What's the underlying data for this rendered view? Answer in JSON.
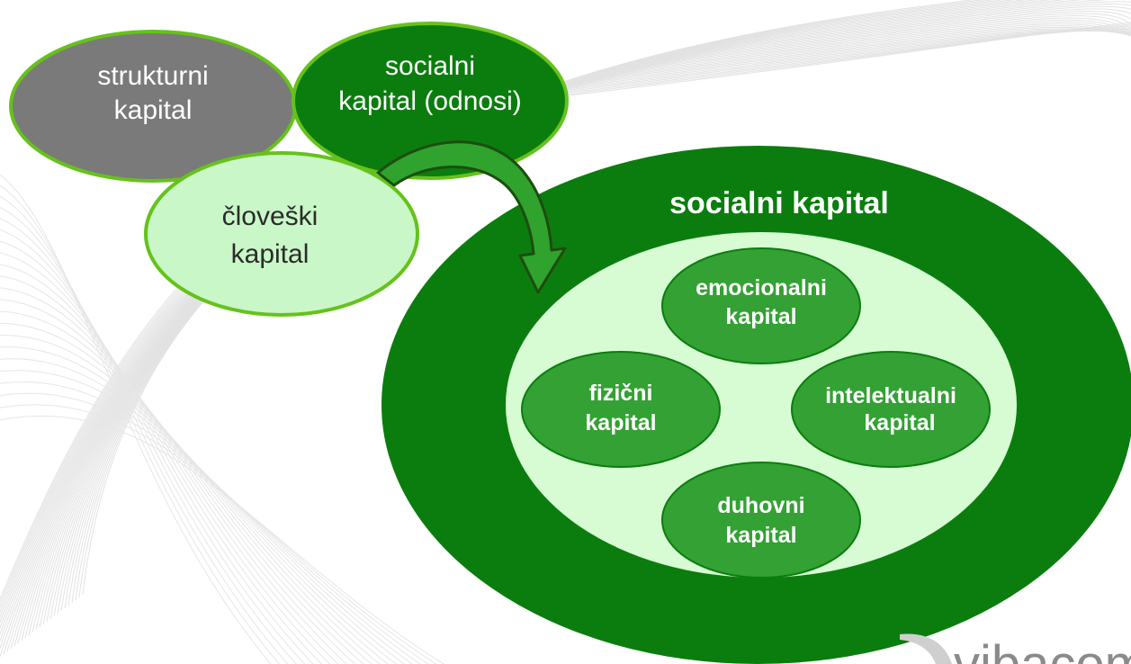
{
  "colors": {
    "dark_green": "#0b7d0e",
    "mid_green": "#33a133",
    "light_green": "#c9f7c8",
    "pale_green": "#d7fcd4",
    "grey": "#7a7a7a",
    "outline": "#66c21b",
    "arrow_fill": "#2fa32d",
    "arrow_stroke": "#1d4d10",
    "text_dark": "#2b2b2b",
    "text_light": "#ffffff"
  },
  "left_group": {
    "structural": {
      "line1": "strukturni",
      "line2": "kapital"
    },
    "social": {
      "line1": "socialni",
      "line2": "kapital (odnosi)"
    },
    "human": {
      "line1": "človeški",
      "line2": "kapital"
    }
  },
  "big_circle": {
    "title": "socialni kapital",
    "items": {
      "emotional": {
        "line1": "emocionalni",
        "line2": "kapital"
      },
      "physical": {
        "line1": "fizični",
        "line2": "kapital"
      },
      "intellectual": {
        "line1": "intelektualni",
        "line2": "kapital"
      },
      "spiritual": {
        "line1": "duhovni",
        "line2": "kapital"
      }
    }
  },
  "logo": {
    "text": "vibacom"
  }
}
